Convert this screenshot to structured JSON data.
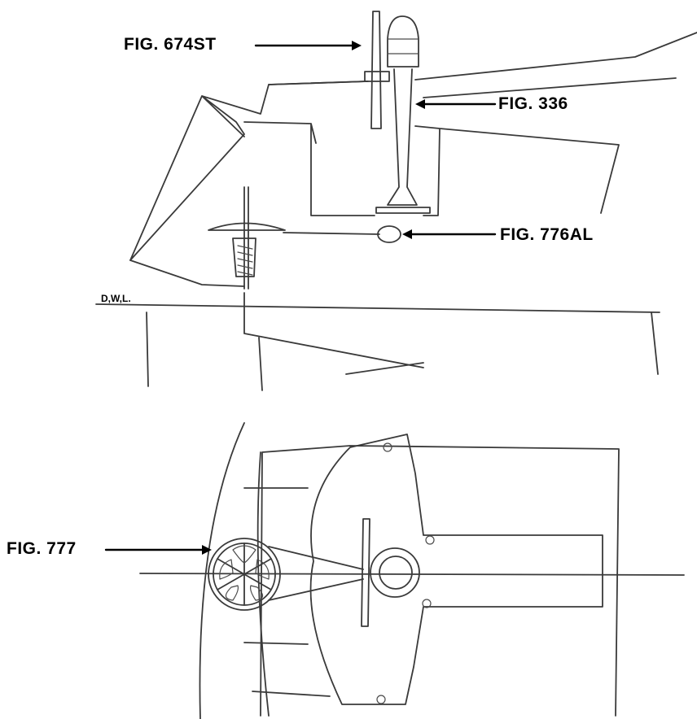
{
  "labels": {
    "fig_674st": "FIG. 674ST",
    "fig_336": "FIG. 336",
    "fig_776al": "FIG. 776AL",
    "fig_777": "FIG. 777",
    "dwl": "D,W,L."
  }
}
